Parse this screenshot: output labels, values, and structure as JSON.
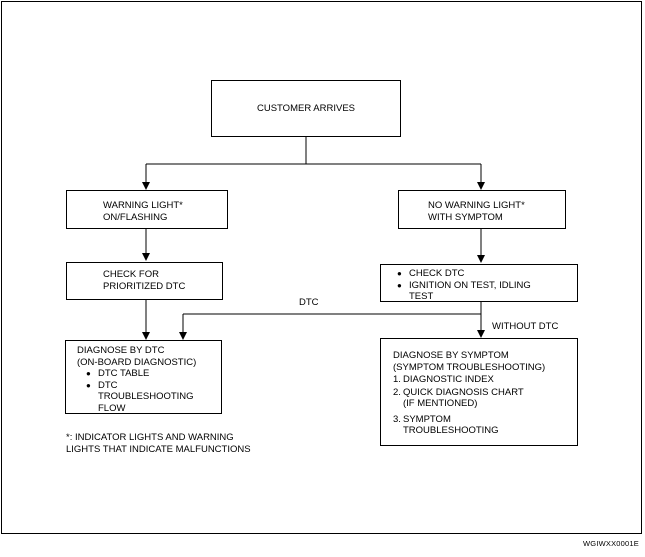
{
  "nodes": {
    "customer_arrives": "CUSTOMER ARRIVES",
    "warning_light": "WARNING LIGHT*\nON/FLASHING",
    "no_warning_light": "NO WARNING LIGHT*\nWITH SYMPTOM",
    "check_prioritized": "CHECK FOR\nPRIORITIZED DTC",
    "check_dtc_items": [
      "CHECK DTC",
      "IGNITION ON TEST, IDLING\nTEST"
    ],
    "diagnose_dtc": {
      "title": "DIAGNOSE BY DTC\n(ON-BOARD DIAGNOSTIC)",
      "items": [
        "DTC TABLE",
        "DTC\nTROUBLESHOOTING\nFLOW"
      ]
    },
    "diagnose_symptom": {
      "title": "DIAGNOSE BY SYMPTOM\n(SYMPTOM TROUBLESHOOTING)",
      "items": [
        {
          "num": "1.",
          "text": "DIAGNOSTIC INDEX"
        },
        {
          "num": "2.",
          "text": "QUICK DIAGNOSIS CHART\n(IF MENTIONED)"
        },
        {
          "num": "3.",
          "text": "SYMPTOM\nTROUBLESHOOTING"
        }
      ]
    }
  },
  "edge_labels": {
    "dtc": "DTC",
    "without_dtc": "WITHOUT DTC"
  },
  "footnote": "*: INDICATOR LIGHTS AND WARNING\n  LIGHTS THAT INDICATE MALFUNCTIONS",
  "figure_code": "WGIWXX0001E"
}
